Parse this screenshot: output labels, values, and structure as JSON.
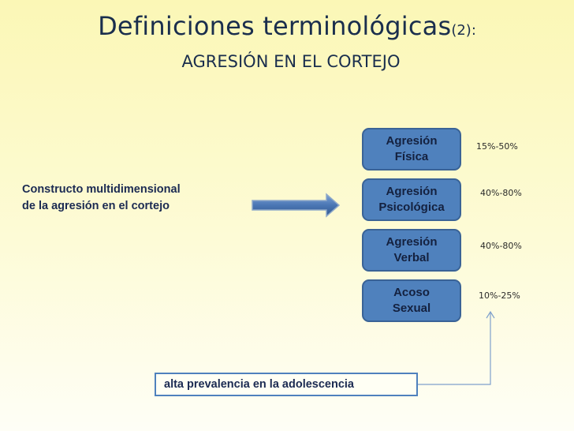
{
  "title": {
    "main": "Definiciones terminológicas",
    "suffix": "(2):"
  },
  "subtitle": "AGRESIÓN EN EL CORTEJO",
  "construct": {
    "line1": "Constructo multidimensional",
    "line2": "de la agresión en el cortejo"
  },
  "types": [
    {
      "line1": "Agresión",
      "line2": "Física",
      "prevalence": "15%-50%"
    },
    {
      "line1": "Agresión",
      "line2": "Psicológica",
      "prevalence": "40%-80%"
    },
    {
      "line1": "Agresión",
      "line2": "Verbal",
      "prevalence": "40%-80%"
    },
    {
      "line1": "Acoso",
      "line2": "Sexual",
      "prevalence": "10%-25%"
    }
  ],
  "prevalence_note": "alta prevalencia en la adolescencia",
  "colors": {
    "box_fill": "#4f81bd",
    "box_border": "#3a6396",
    "title_text": "#1a2e4d",
    "body_text": "#1b2a52"
  }
}
